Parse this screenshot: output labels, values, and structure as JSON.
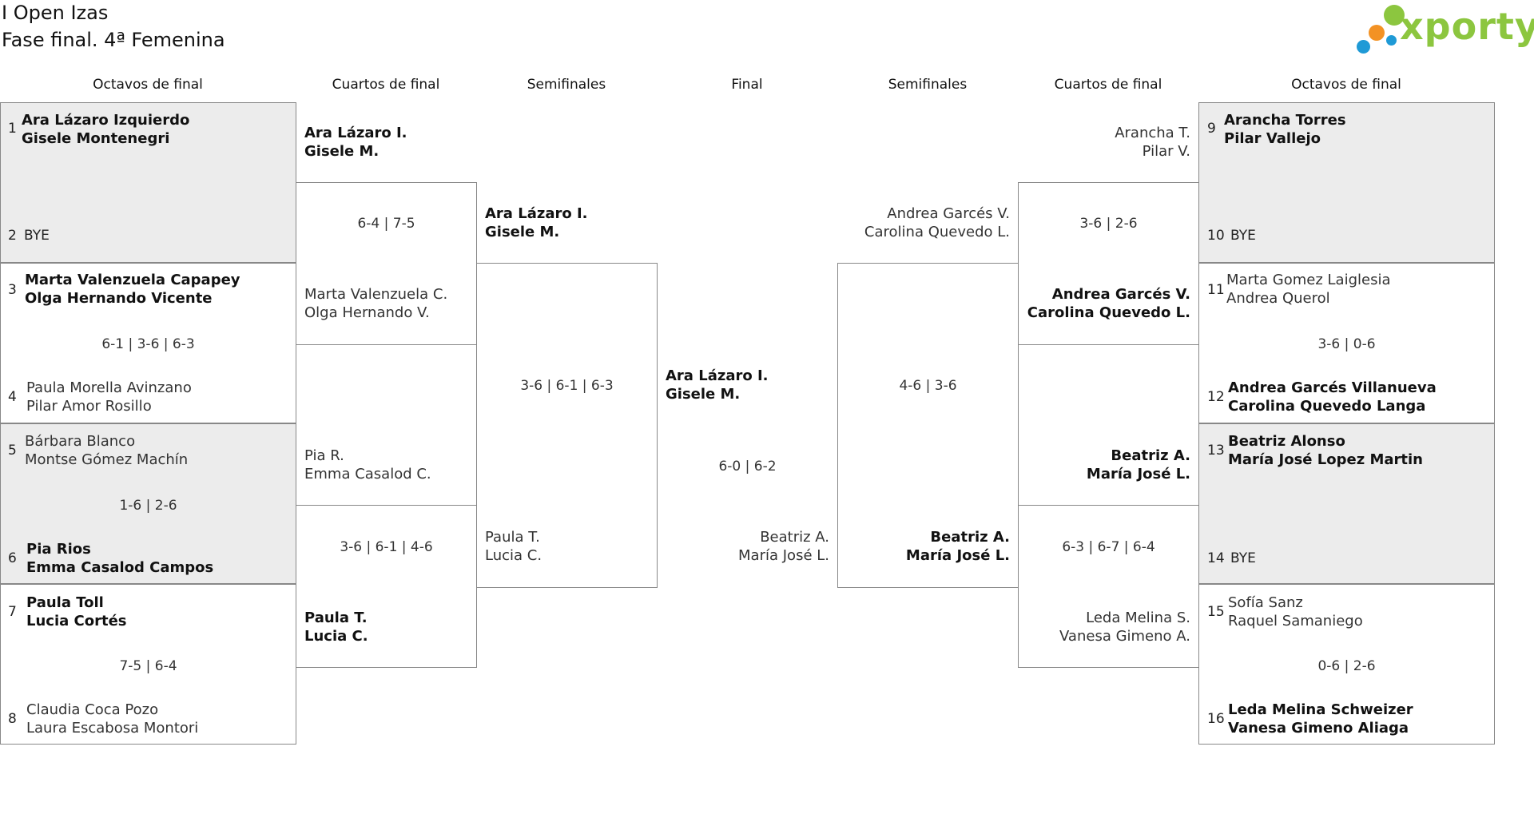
{
  "header": {
    "title": "I Open Izas",
    "subtitle": "Fase final. 4ª Femenina"
  },
  "logo": {
    "text": "xporty",
    "color": "#8cc63f"
  },
  "round_headers": {
    "r16_left": "Octavos de final",
    "qf_left": "Cuartos de final",
    "sf_left": "Semifinales",
    "final": "Final",
    "sf_right": "Semifinales",
    "qf_right": "Cuartos de final",
    "r16_right": "Octavos de final"
  },
  "r16_left": [
    {
      "seed_a": "1",
      "a1": "Ara Lázaro Izquierdo",
      "a2": "Gisele Montenegri",
      "seed_b": "2",
      "b": "BYE",
      "score": ""
    },
    {
      "seed_a": "3",
      "a1": "Marta Valenzuela Capapey",
      "a2": "Olga Hernando Vicente",
      "seed_b": "4",
      "b1": "Paula Morella Avinzano",
      "b2": "Pilar Amor Rosillo",
      "score": "6-1 | 3-6 | 6-3"
    },
    {
      "seed_a": "5",
      "a1": "Bárbara Blanco",
      "a2": "Montse Gómez Machín",
      "seed_b": "6",
      "b1": "Pia Rios",
      "b2": "Emma Casalod Campos",
      "score": "1-6 | 2-6"
    },
    {
      "seed_a": "7",
      "a1": "Paula Toll",
      "a2": "Lucia Cortés",
      "seed_b": "8",
      "b1": "Claudia Coca Pozo",
      "b2": "Laura Escabosa Montori",
      "score": "7-5 | 6-4"
    }
  ],
  "r16_right": [
    {
      "seed_a": "9",
      "a1": "Arancha Torres",
      "a2": "Pilar Vallejo",
      "seed_b": "10",
      "b": "BYE",
      "score": ""
    },
    {
      "seed_a": "11",
      "a1": "Marta Gomez Laiglesia",
      "a2": "Andrea Querol",
      "seed_b": "12",
      "b1": "Andrea Garcés Villanueva",
      "b2": "Carolina Quevedo Langa",
      "score": "3-6 | 0-6"
    },
    {
      "seed_a": "13",
      "a1": "Beatriz Alonso",
      "a2": "María José Lopez Martin",
      "seed_b": "14",
      "b": "BYE",
      "score": ""
    },
    {
      "seed_a": "15",
      "a1": "Sofía Sanz",
      "a2": "Raquel Samaniego",
      "seed_b": "16",
      "b1": "Leda Melina Schweizer",
      "b2": "Vanesa Gimeno Aliaga",
      "score": "0-6 | 2-6"
    }
  ],
  "qf_left": [
    {
      "a1": "Ara Lázaro I.",
      "a2": "Gisele M.",
      "b1": "Marta Valenzuela C.",
      "b2": "Olga Hernando V.",
      "score": "6-4 | 7-5"
    },
    {
      "a1": "Pia R.",
      "a2": "Emma Casalod C.",
      "b1": "Paula T.",
      "b2": "Lucia C.",
      "score": "3-6 | 6-1 | 4-6"
    }
  ],
  "qf_right": [
    {
      "a1": "Arancha T.",
      "a2": "Pilar V.",
      "b1": "Andrea Garcés V.",
      "b2": "Carolina Quevedo L.",
      "score": "3-6 | 2-6"
    },
    {
      "a1": "Beatriz A.",
      "a2": "María José L.",
      "b1": "Leda Melina S.",
      "b2": "Vanesa Gimeno A.",
      "score": "6-3 | 6-7 | 6-4"
    }
  ],
  "sf_left": {
    "a1": "Ara Lázaro I.",
    "a2": "Gisele M.",
    "b1": "Paula T.",
    "b2": "Lucia C.",
    "score": "3-6 | 6-1 | 6-3"
  },
  "sf_right": {
    "a1": "Andrea Garcés V.",
    "a2": "Carolina Quevedo L.",
    "b1": "Beatriz A.",
    "b2": "María José L.",
    "score": "4-6 | 3-6"
  },
  "final": {
    "a1": "Ara Lázaro I.",
    "a2": "Gisele M.",
    "b1": "Beatriz A.",
    "b2": "María José L.",
    "score": "6-0 | 6-2"
  }
}
